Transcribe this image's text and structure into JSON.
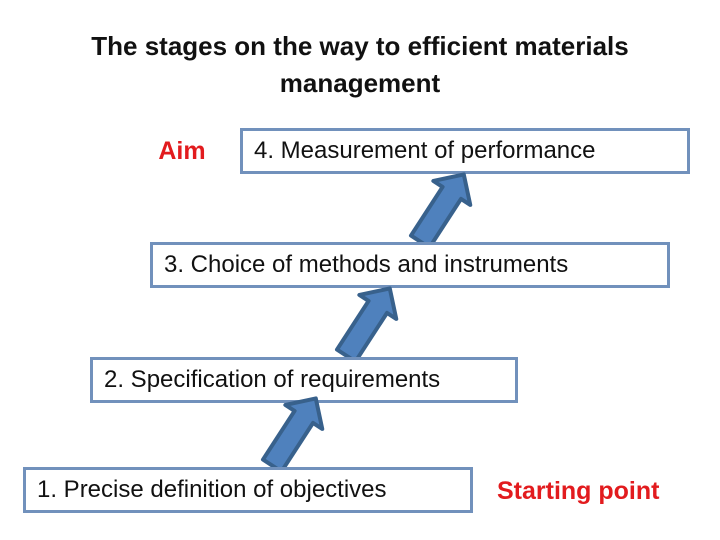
{
  "slide": {
    "title": {
      "line1": "The stages on the way to efficient materials",
      "line2": "management"
    },
    "aim_label": "Aim",
    "starting_point_label": "Starting point",
    "stages": [
      {
        "label": "1. Precise definition of objectives"
      },
      {
        "label": "2. Specification of requirements"
      },
      {
        "label": "3. Choice of methods and instruments"
      },
      {
        "label": "4. Measurement of performance"
      }
    ],
    "colors": {
      "box_border": "#7191bc",
      "arrow_fill": "#4f81bd",
      "arrow_stroke": "#38618c",
      "accent_red": "#e21b1e",
      "text": "#111111",
      "background": "#ffffff"
    }
  }
}
